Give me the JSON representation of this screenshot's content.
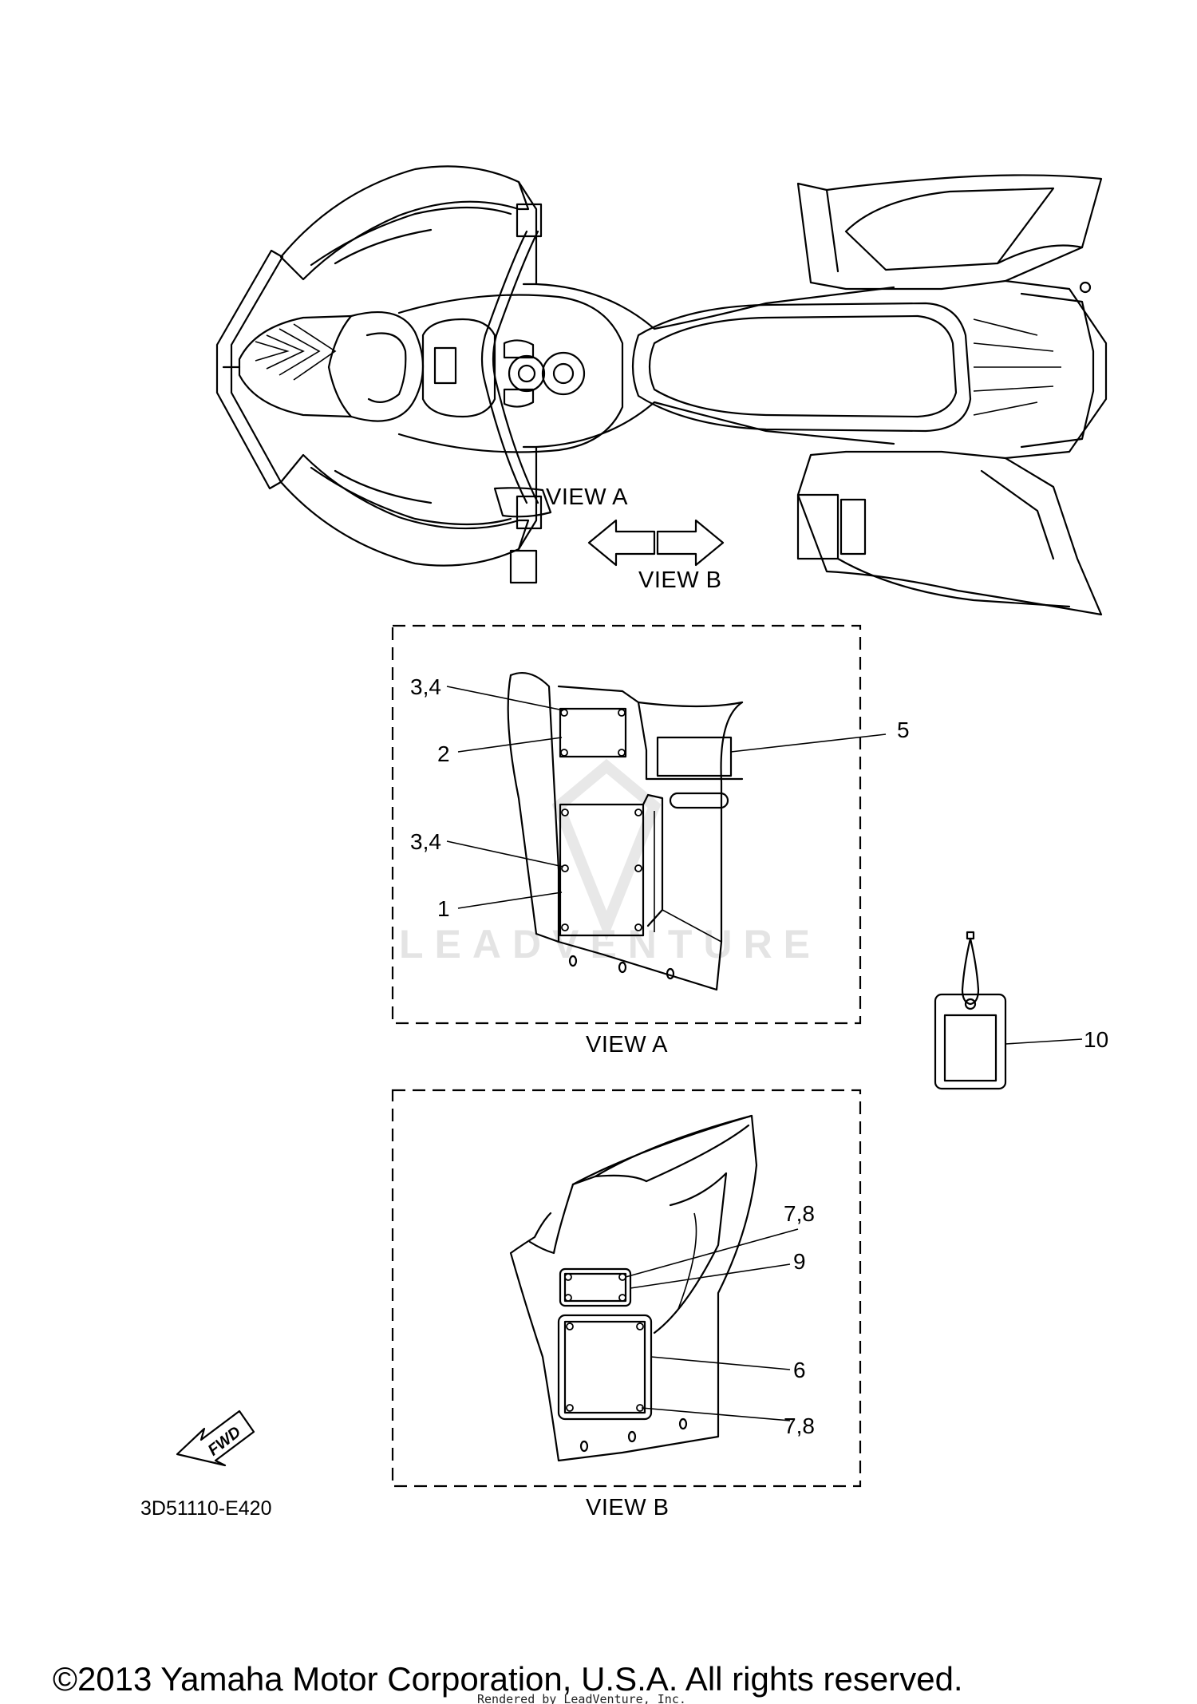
{
  "views": {
    "view_a_arrow_label": "VIEW A",
    "view_b_arrow_label": "VIEW B",
    "view_a_caption": "VIEW A",
    "view_b_caption": "VIEW B"
  },
  "callouts": {
    "c1": "1",
    "c2": "2",
    "c34_top": "3,4",
    "c34_mid": "3,4",
    "c5": "5",
    "c6": "6",
    "c78_top": "7,8",
    "c78_bottom": "7,8",
    "c9": "9",
    "c10": "10"
  },
  "fwd_label": "FWD",
  "diagram_code": "3D51110-E420",
  "watermark": "LEADVENTURE",
  "copyright": "©2013 Yamaha Motor Corporation, U.S.A. All rights reserved.",
  "rendered_by": "Rendered by LeadVenture, Inc."
}
